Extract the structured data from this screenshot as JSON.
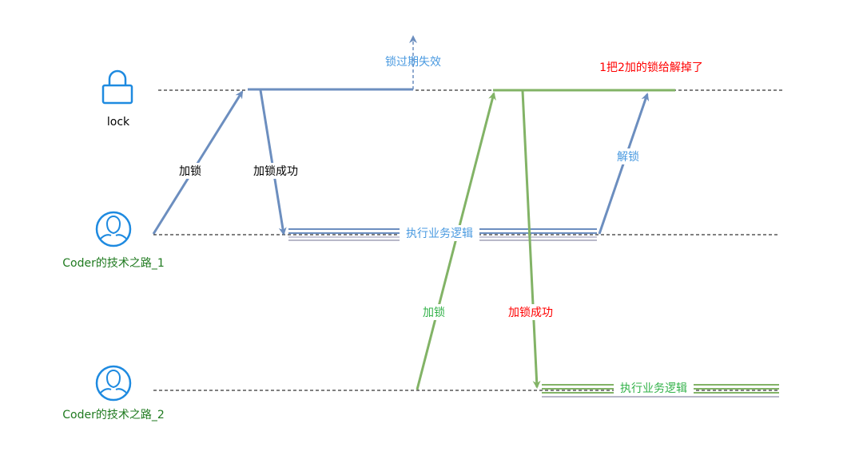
{
  "colors": {
    "blue": "#6c8ebf",
    "blue_text": "#4a9ae0",
    "green": "#82b366",
    "green_text": "#33b24a",
    "red": "#ff0000",
    "icon_blue": "#1e8ae0",
    "dark_green": "#1f7a1f",
    "dash": "#000000"
  },
  "icons": {
    "lock": "lock-icon",
    "user": "user-icon"
  },
  "labels": {
    "lock": "lock",
    "coder1": "Coder的技术之路_1",
    "coder2": "Coder的技术之路_2",
    "lock_expire": "锁过期失效",
    "unlocked_by_1": "1把2加的锁给解掉了",
    "c1_lock": "加锁",
    "c1_lock_success": "加锁成功",
    "c1_business": "执行业务逻辑",
    "c1_unlock": "解锁",
    "c2_lock": "加锁",
    "c2_lock_success": "加锁成功",
    "c2_business": "执行业务逻辑"
  }
}
